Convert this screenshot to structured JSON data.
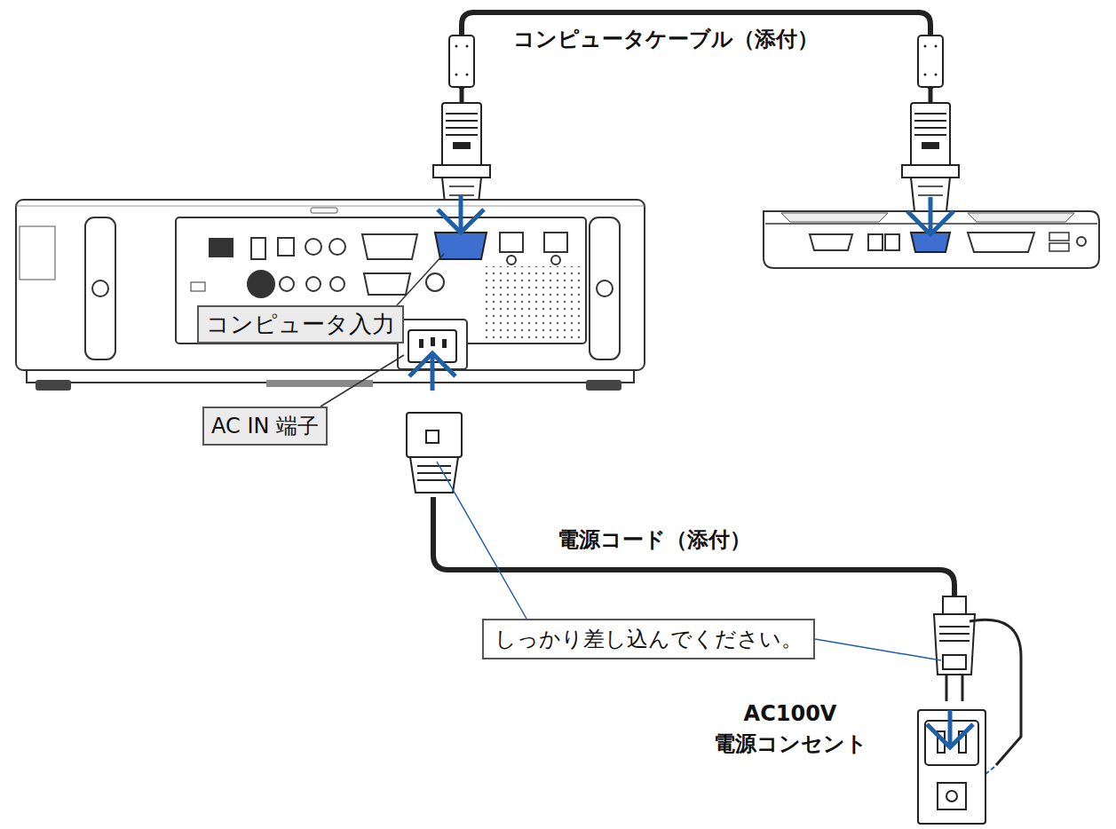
{
  "diagram": {
    "nodes": [
      {
        "text": [
          "コンピュータ入力"
        ]
      },
      {
        "text": [
          "AC IN 端子"
        ]
      },
      {
        "text": [
          "しっかり差し込んでください。"
        ]
      }
    ],
    "labels": [
      "コンピュータケーブル（添付）",
      "電源コード（添付）",
      "AC100V 電源コンセント"
    ]
  }
}
